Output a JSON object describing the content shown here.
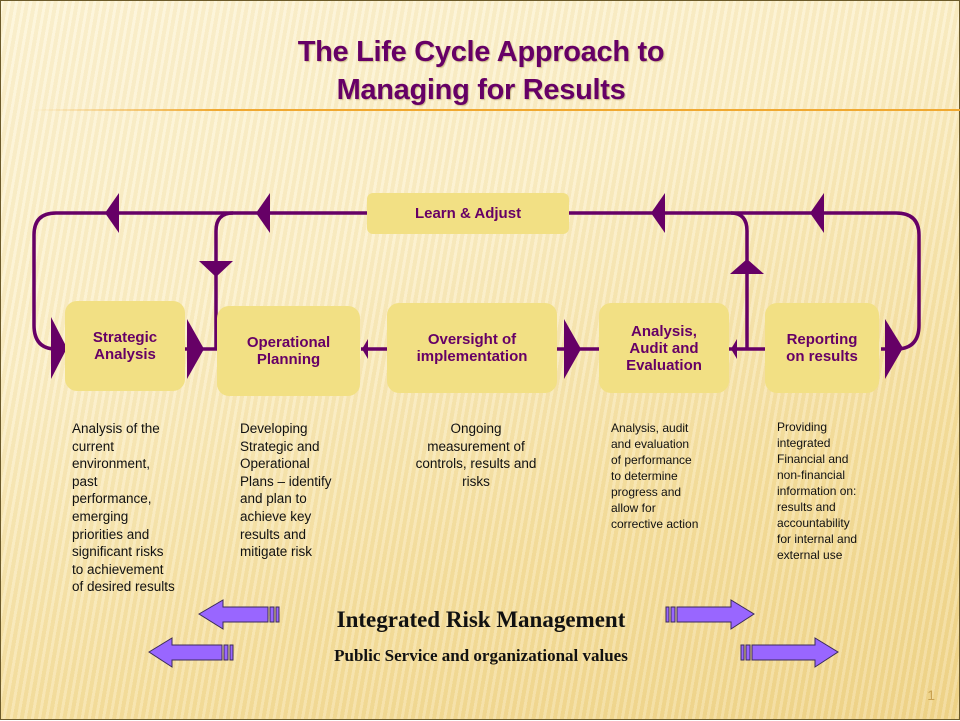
{
  "slide": {
    "title_line1": "The Life Cycle Approach to",
    "title_line2": "Managing for Results",
    "page_number": "1"
  },
  "feedback": {
    "label": "Learn & Adjust"
  },
  "stages": [
    {
      "name": "Strategic Analysis",
      "line1": "Strategic",
      "line2": "Analysis",
      "line3": "",
      "description": [
        "Analysis of the",
        "current",
        "environment,",
        "past",
        "performance,",
        "emerging",
        "priorities and",
        "significant risks",
        "to achievement",
        "of desired results"
      ]
    },
    {
      "name": "Operational Planning",
      "line1": "Operational",
      "line2": "Planning",
      "line3": "",
      "description": [
        "Developing",
        "Strategic and",
        "Operational",
        "Plans – identify",
        "and plan to",
        "achieve key",
        "results and",
        "mitigate risk"
      ]
    },
    {
      "name": "Oversight of implementation",
      "line1": "Oversight of",
      "line2": "implementation",
      "line3": "",
      "description": [
        "Ongoing",
        "measurement of",
        "controls, results and",
        "risks"
      ]
    },
    {
      "name": "Analysis, Audit and Evaluation",
      "line1": "Analysis,",
      "line2": "Audit and",
      "line3": "Evaluation",
      "description": [
        "Analysis, audit",
        "and evaluation",
        "of performance",
        "to determine",
        "progress and",
        "allow for",
        "corrective action"
      ]
    },
    {
      "name": "Reporting on results",
      "line1": "Reporting",
      "line2": "on results",
      "line3": "",
      "description": [
        "Providing",
        "integrated",
        "Financial and",
        "non-financial",
        "information on:",
        "results and",
        "accountability",
        "for internal and",
        "external use"
      ]
    }
  ],
  "footer": {
    "primary": "Integrated Risk Management",
    "secondary": "Public Service and organizational values"
  },
  "colors": {
    "connector": "#660066",
    "box_fill": "#f2e084",
    "arrow_fill": "#9966ff",
    "title": "#660066"
  }
}
